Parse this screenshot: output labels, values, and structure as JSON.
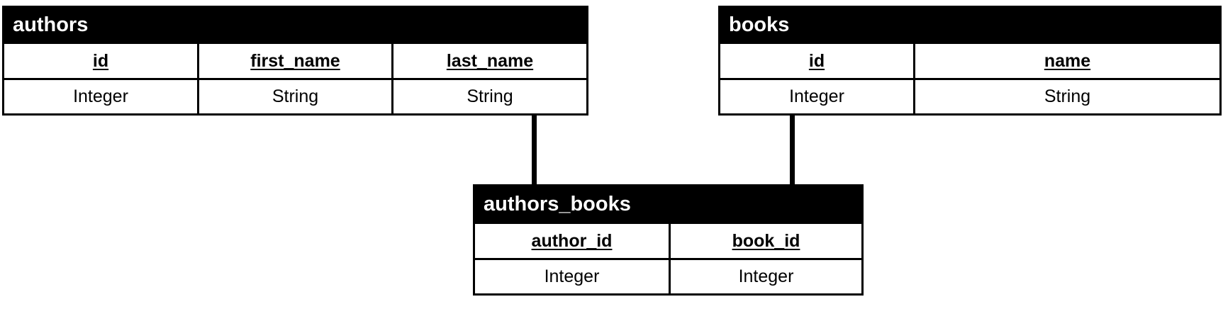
{
  "diagram": {
    "type": "entity-relationship-diagram",
    "colors": {
      "header_background": "#000000",
      "header_text": "#ffffff",
      "border": "#000000",
      "body_background": "#ffffff",
      "connector": "#000000"
    },
    "entities": [
      {
        "name": "authors",
        "fields": [
          "id",
          "first_name",
          "last_name"
        ],
        "types": [
          "Integer",
          "String",
          "String"
        ]
      },
      {
        "name": "books",
        "fields": [
          "id",
          "name"
        ],
        "types": [
          "Integer",
          "String"
        ]
      },
      {
        "name": "authors_books",
        "fields": [
          "author_id",
          "book_id"
        ],
        "types": [
          "Integer",
          "Integer"
        ]
      }
    ],
    "relationships": [
      {
        "from": "authors",
        "to": "authors_books"
      },
      {
        "from": "books",
        "to": "authors_books"
      }
    ]
  }
}
